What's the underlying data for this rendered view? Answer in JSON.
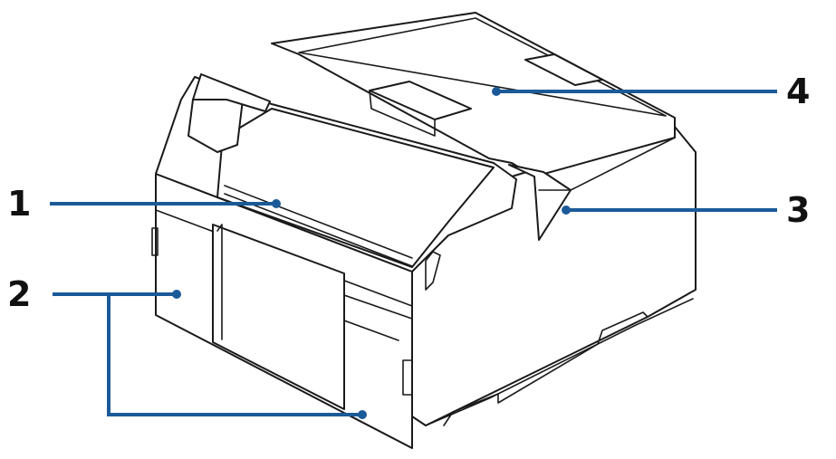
{
  "callouts": [
    {
      "id": "1",
      "label": "1"
    },
    {
      "id": "2",
      "label": "2"
    },
    {
      "id": "3",
      "label": "3"
    },
    {
      "id": "4",
      "label": "4"
    }
  ],
  "colors": {
    "leader": "#1b5a99",
    "outline": "#1a1a1a"
  }
}
